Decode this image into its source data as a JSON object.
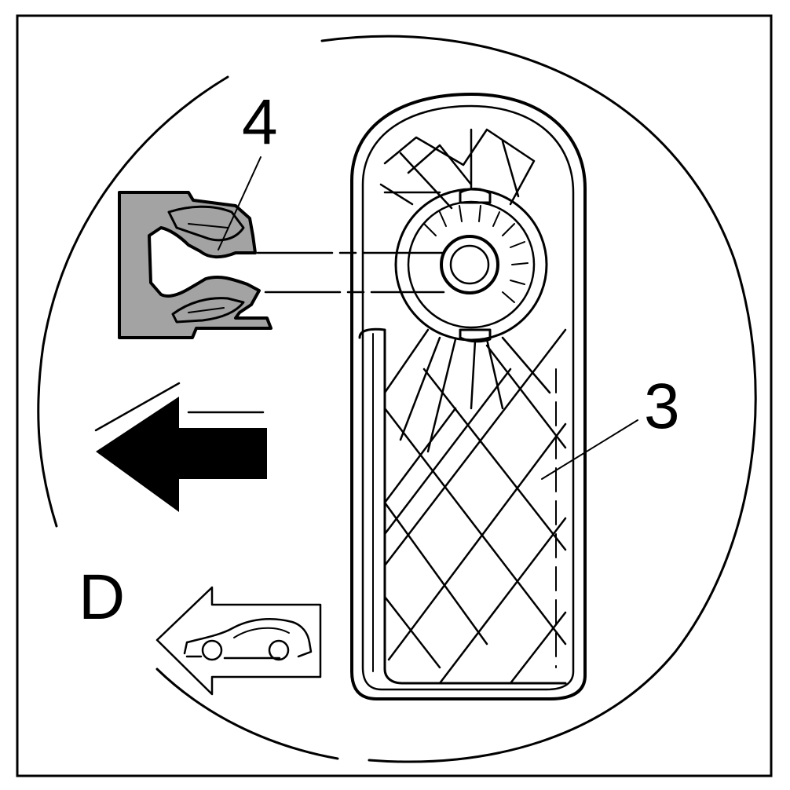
{
  "diagram": {
    "callouts": {
      "part_3": "3",
      "part_4": "4",
      "view": "D"
    },
    "icons": [
      "direction-arrow-icon",
      "vehicle-forward-icon",
      "clip-icon",
      "bracket-panel-icon"
    ],
    "colors": {
      "line": "#000000",
      "clip_fill": "#a3a3a3",
      "background": "#ffffff"
    }
  }
}
